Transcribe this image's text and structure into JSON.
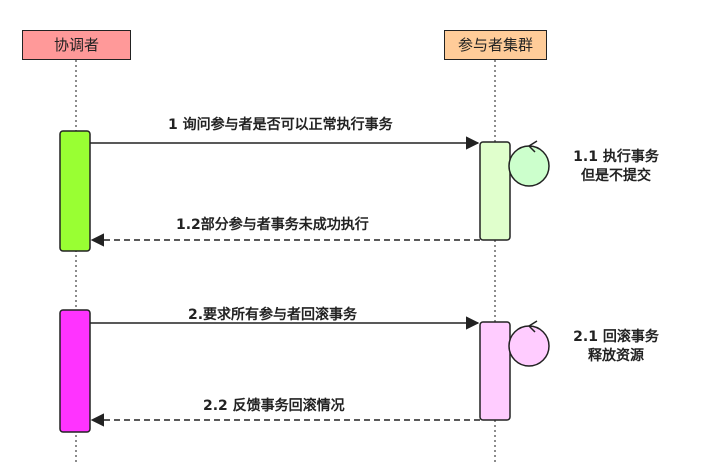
{
  "participants": {
    "left": "协调者",
    "right": "参与者集群"
  },
  "messages": {
    "m1": "1 询问参与者是否可以正常执行事务",
    "m1_2": "1.2部分参与者事务未成功执行",
    "m2": "2.要求所有参与者回滚事务",
    "m2_2": "2.2 反馈事务回滚情况"
  },
  "self_actions": {
    "s1_line1": "1.1 执行事务",
    "s1_line2": "但是不提交",
    "s2_line1": "2.1 回滚事务",
    "s2_line2": "释放资源"
  },
  "colors": {
    "participant_left_fill": "#ff9999",
    "participant_right_fill": "#ffcc99",
    "activation1_left": "#99ff33",
    "activation1_right": "#e0ffcc",
    "self_loop1": "#ccffcc",
    "activation2_left": "#ff33ff",
    "activation2_right": "#ffccff",
    "self_loop2": "#ffccff"
  }
}
